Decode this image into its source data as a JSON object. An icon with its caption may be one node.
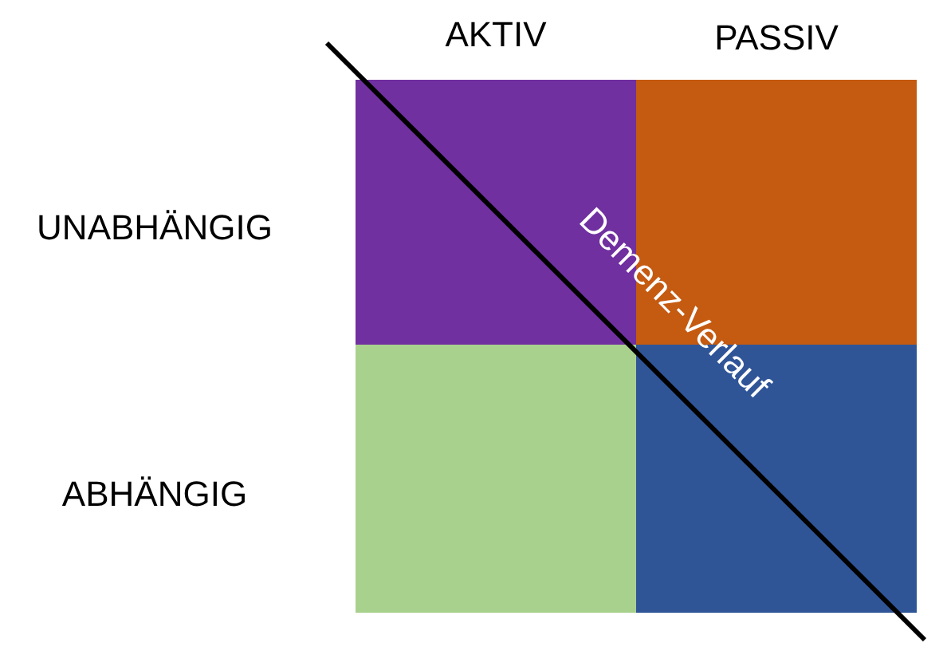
{
  "diagram": {
    "nodes": [
      {
        "text": [],
        "shape": "box"
      },
      {
        "text": [],
        "shape": "box"
      },
      {
        "text": [],
        "shape": "box"
      },
      {
        "text": [],
        "shape": "box"
      }
    ],
    "labels": [
      "AKTIV",
      "PASSIV",
      "UNABHÄNGIG",
      "ABHÄNGIG",
      "Demenz-Verlauf"
    ]
  }
}
